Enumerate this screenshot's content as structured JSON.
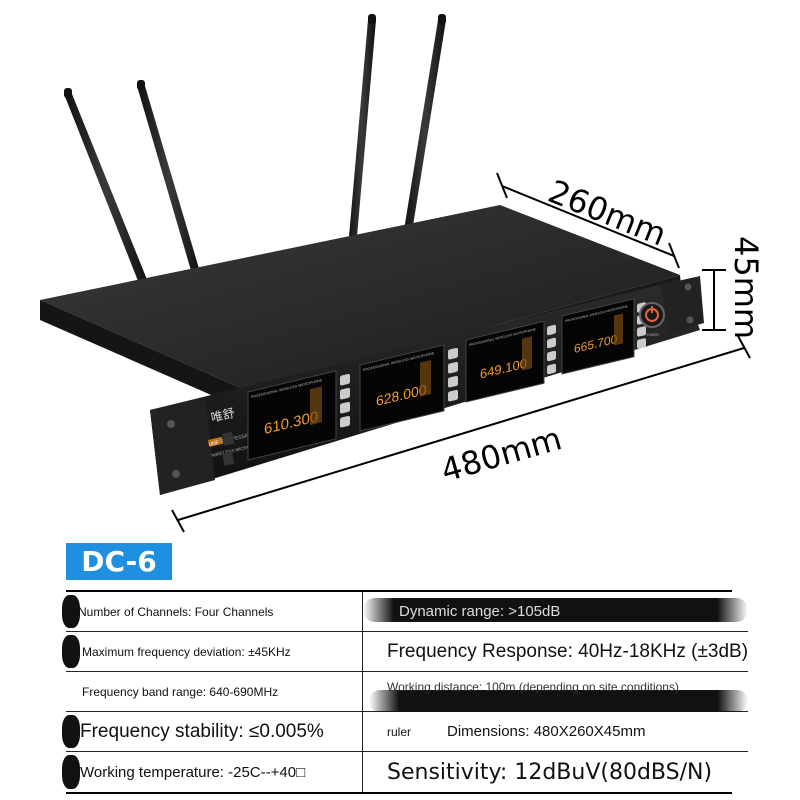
{
  "dimensions": {
    "depth": "260mm",
    "height": "45mm",
    "width": "480mm"
  },
  "device": {
    "brand": "唯舒",
    "badge": "UHF",
    "front_label_1": "PROFESSIONAL",
    "front_label_2": "WIRELESS MICROPHONE",
    "panel_header": "PROFESSIONAL WIRELESS MICROPHONE",
    "channels": [
      {
        "freq": "610.300"
      },
      {
        "freq": "628.000"
      },
      {
        "freq": "649.100"
      },
      {
        "freq": "665.700"
      }
    ],
    "power_label": "POWER"
  },
  "model": "DC-6",
  "specs": {
    "left": [
      "Number of Channels: Four Channels",
      "Maximum frequency deviation: ±45KHz",
      "Frequency band range: 640-690MHz",
      "Frequency stability: ≤0.005%",
      "Working temperature: -25C--+40□"
    ],
    "right": [
      "Dynamic range: >105dB",
      "Frequency Response: 40Hz-18KHz (±3dB)",
      "Working distance: 100m (depending on site conditions)",
      "ruler",
      "Dimensions: 480X260X45mm",
      "Sensitivity: 12dBuV(80dBS/N)"
    ]
  }
}
